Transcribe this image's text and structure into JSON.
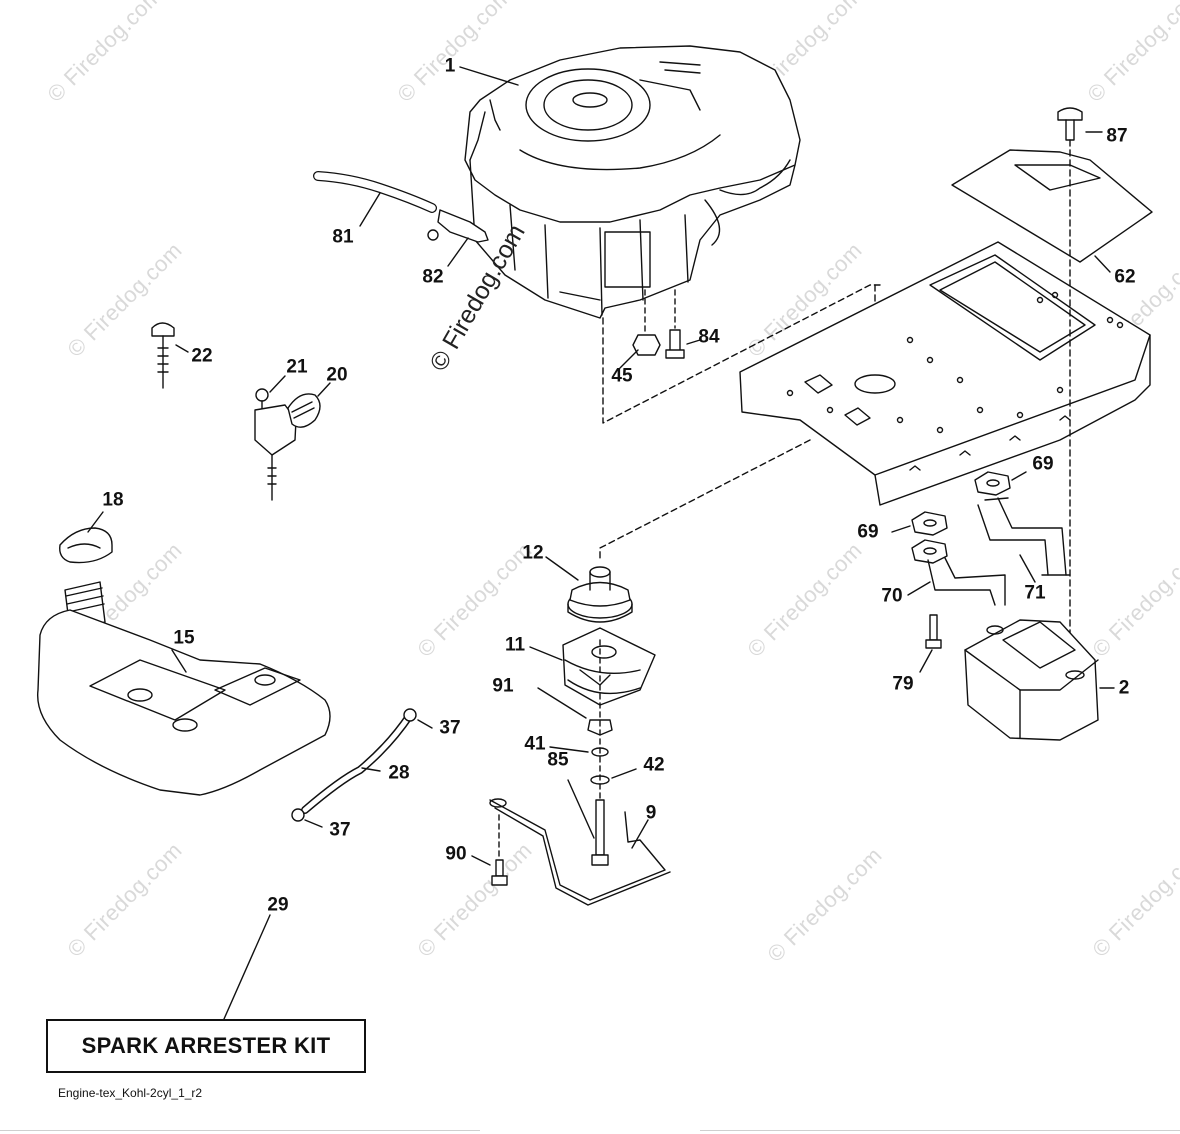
{
  "watermark": {
    "text": "© Firedog.com",
    "center_text": "© Firedog.com"
  },
  "labels": {
    "p1": "1",
    "p81": "81",
    "p82": "82",
    "p22": "22",
    "p21": "21",
    "p20": "20",
    "p84": "84",
    "p45": "45",
    "p87": "87",
    "p62": "62",
    "p69a": "69",
    "p69b": "69",
    "p70": "70",
    "p71": "71",
    "p79": "79",
    "p2": "2",
    "p18": "18",
    "p15": "15",
    "p12": "12",
    "p11": "11",
    "p91": "91",
    "p41": "41",
    "p42": "42",
    "p85": "85",
    "p9": "9",
    "p90": "90",
    "p37a": "37",
    "p37b": "37",
    "p28": "28",
    "p29": "29"
  },
  "kit": {
    "label": "SPARK ARRESTER KIT"
  },
  "footer": {
    "reference": "Engine-tex_Kohl-2cyl_1_r2"
  },
  "colors": {
    "line": "#111111",
    "watermark": "#d9d9d9",
    "background": "#ffffff"
  }
}
